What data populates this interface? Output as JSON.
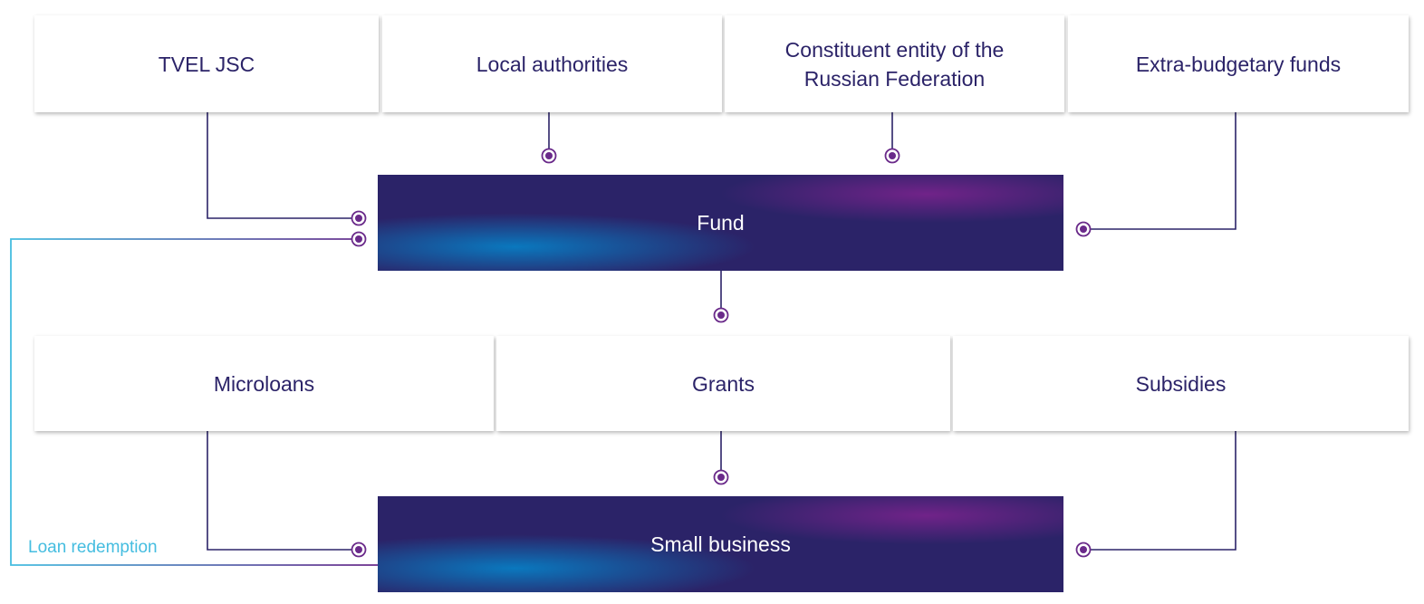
{
  "sources": [
    "TVEL JSC",
    "Local authorities",
    "Constituent entity of the Russian Federation",
    "Extra-budgetary funds"
  ],
  "fund": "Fund",
  "instruments": [
    "Microloans",
    "Grants",
    "Subsidies"
  ],
  "target": "Small business",
  "feedback_label": "Loan redemption",
  "colors": {
    "text": "#2b2368",
    "line": "#2b2368",
    "dot": "#6a2a8a",
    "feedback": "#45bde0"
  }
}
